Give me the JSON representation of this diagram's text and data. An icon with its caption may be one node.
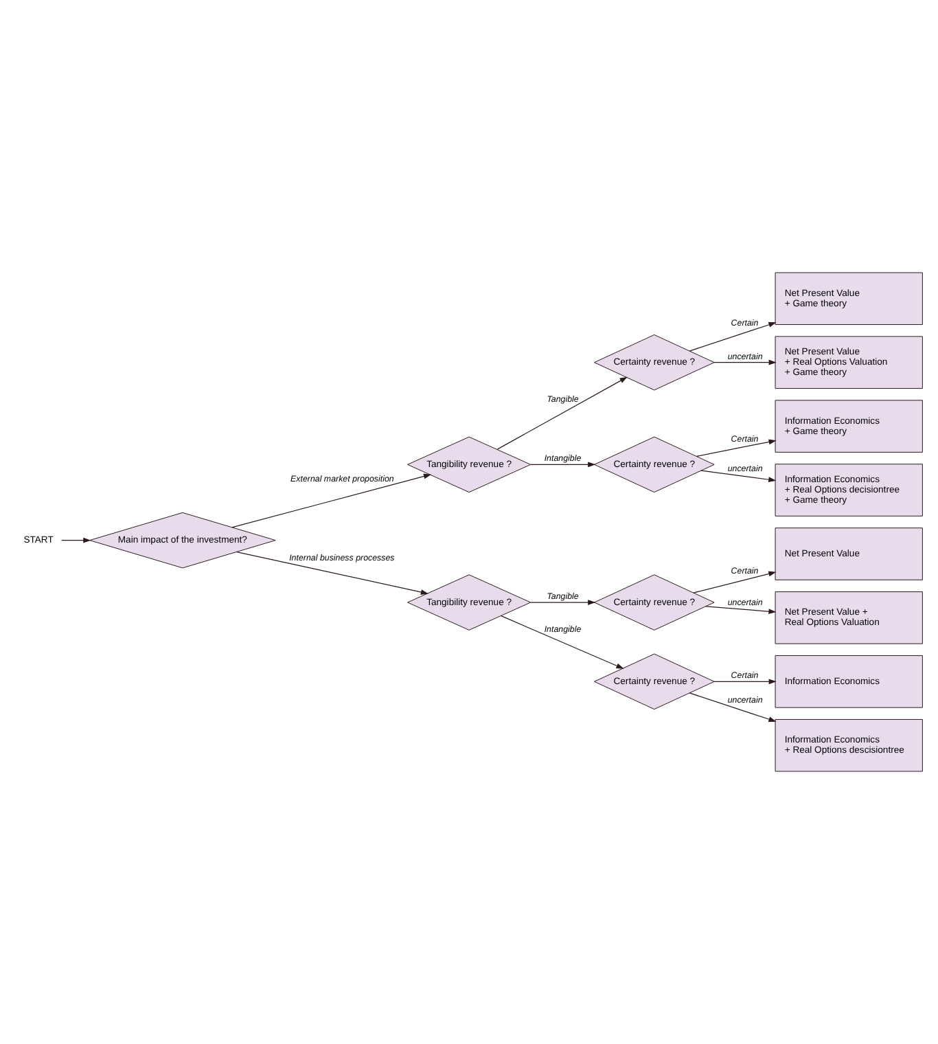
{
  "diagram": {
    "nodes": [
      {
        "text": [
          "START"
        ]
      },
      {
        "text": [
          "Main impact of the investment?"
        ]
      },
      {
        "text": [
          "Tangibility revenue ?"
        ]
      },
      {
        "text": [
          "Certainty revenue ?"
        ]
      },
      {
        "text": [
          "Certainty revenue ?"
        ]
      },
      {
        "text": [
          "Net Present Value",
          "+ Game theory"
        ]
      },
      {
        "text": [
          "Net Present Value",
          "+ Real Options Valuation",
          "+ Game theory"
        ]
      },
      {
        "text": [
          "Information Economics",
          "+ Game theory"
        ]
      },
      {
        "text": [
          "Information Economics",
          "+ Real Options decisiontree",
          "+ Game theory"
        ]
      },
      {
        "text": [
          "Certainty revenue ?"
        ]
      },
      {
        "text": [
          "Tangibility revenue ?"
        ]
      },
      {
        "text": [
          "Certainty revenue ?"
        ]
      },
      {
        "text": [
          "Net Present Value"
        ]
      },
      {
        "text": [
          "Net Present Value +",
          "Real Options Valuation"
        ]
      },
      {
        "text": [
          "Information Economics"
        ]
      },
      {
        "text": [
          "Information Economics",
          "+ Real Options descisiontree"
        ]
      }
    ],
    "edges": [
      {
        "from": 0,
        "to": 1,
        "arrow": "to"
      },
      {
        "from": 1,
        "to": 2,
        "arrow": "to",
        "label": "External market proposition"
      },
      {
        "from": 1,
        "to": 10,
        "arrow": "to",
        "label": "Internal business processes"
      },
      {
        "from": 2,
        "to": 3,
        "arrow": "to",
        "label": "Tangible"
      },
      {
        "from": 2,
        "to": 4,
        "arrow": "to",
        "label": "Intangible"
      },
      {
        "from": 3,
        "to": 5,
        "arrow": "to",
        "label": "Certain"
      },
      {
        "from": 3,
        "to": 6,
        "arrow": "to",
        "label": "uncertain"
      },
      {
        "from": 4,
        "to": 7,
        "arrow": "to",
        "label": "Certain"
      },
      {
        "from": 4,
        "to": 8,
        "arrow": "to",
        "label": "uncertain"
      },
      {
        "from": 10,
        "to": 9,
        "arrow": "to",
        "label": "Tangible"
      },
      {
        "from": 10,
        "to": 11,
        "arrow": "to",
        "label": "Intangible"
      },
      {
        "from": 9,
        "to": 12,
        "arrow": "to",
        "label": "Certain"
      },
      {
        "from": 9,
        "to": 13,
        "arrow": "to",
        "label": "uncertain"
      },
      {
        "from": 11,
        "to": 14,
        "arrow": "to",
        "label": "Certain"
      },
      {
        "from": 11,
        "to": 15,
        "arrow": "to",
        "label": "uncertain"
      }
    ]
  }
}
